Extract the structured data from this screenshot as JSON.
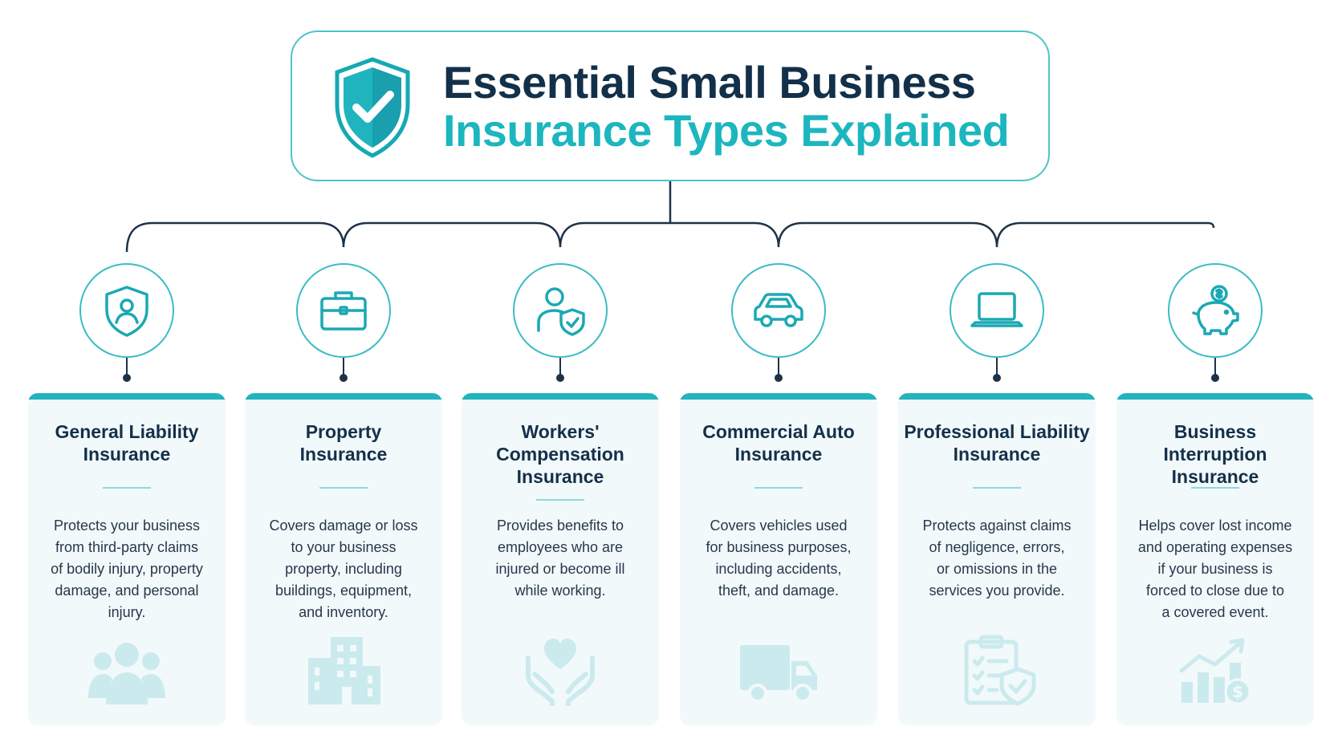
{
  "header": {
    "title_line1": "Essential Small Business",
    "title_line2": "Insurance Types Explained"
  },
  "colors": {
    "navy": "#123049",
    "teal": "#1cb6bf",
    "card_bg": "#f2f9fb",
    "connector": "#1d3247"
  },
  "cards": [
    {
      "title_lines": [
        "General Liability",
        "Insurance"
      ],
      "desc_lines": [
        "Protects your business",
        "from third-party claims",
        "of bodily injury, property",
        "damage, and personal",
        "injury."
      ],
      "icon": "shield-person-icon",
      "bg_icon": "people-group-icon"
    },
    {
      "title_lines": [
        "Property",
        "Insurance"
      ],
      "desc_lines": [
        "Covers damage or loss",
        "to your business",
        "property, including",
        "buildings, equipment,",
        "and inventory."
      ],
      "icon": "briefcase-icon",
      "bg_icon": "building-icon"
    },
    {
      "title_lines": [
        "Workers'",
        "Compensation",
        "Insurance"
      ],
      "desc_lines": [
        "Provides benefits to",
        "employees who are",
        "injured or become ill",
        "while working."
      ],
      "icon": "worker-shield-icon",
      "bg_icon": "hands-heart-icon"
    },
    {
      "title_lines": [
        "Commercial Auto",
        "Insurance"
      ],
      "desc_lines": [
        "Covers vehicles used",
        "for business purposes,",
        "including accidents,",
        "theft, and damage."
      ],
      "icon": "car-icon",
      "bg_icon": "truck-icon"
    },
    {
      "title_lines": [
        "Professional Liability",
        "Insurance"
      ],
      "desc_lines": [
        "Protects against claims",
        "of negligence, errors,",
        "or omissions in the",
        "services you provide."
      ],
      "icon": "laptop-icon",
      "bg_icon": "clipboard-shield-icon"
    },
    {
      "title_lines": [
        "Business Interruption",
        "Insurance"
      ],
      "desc_lines": [
        "Helps cover lost income",
        "and operating expenses",
        "if your business is",
        "forced to close due to",
        "a covered event."
      ],
      "icon": "piggy-bank-icon",
      "bg_icon": "chart-dollar-icon"
    }
  ]
}
